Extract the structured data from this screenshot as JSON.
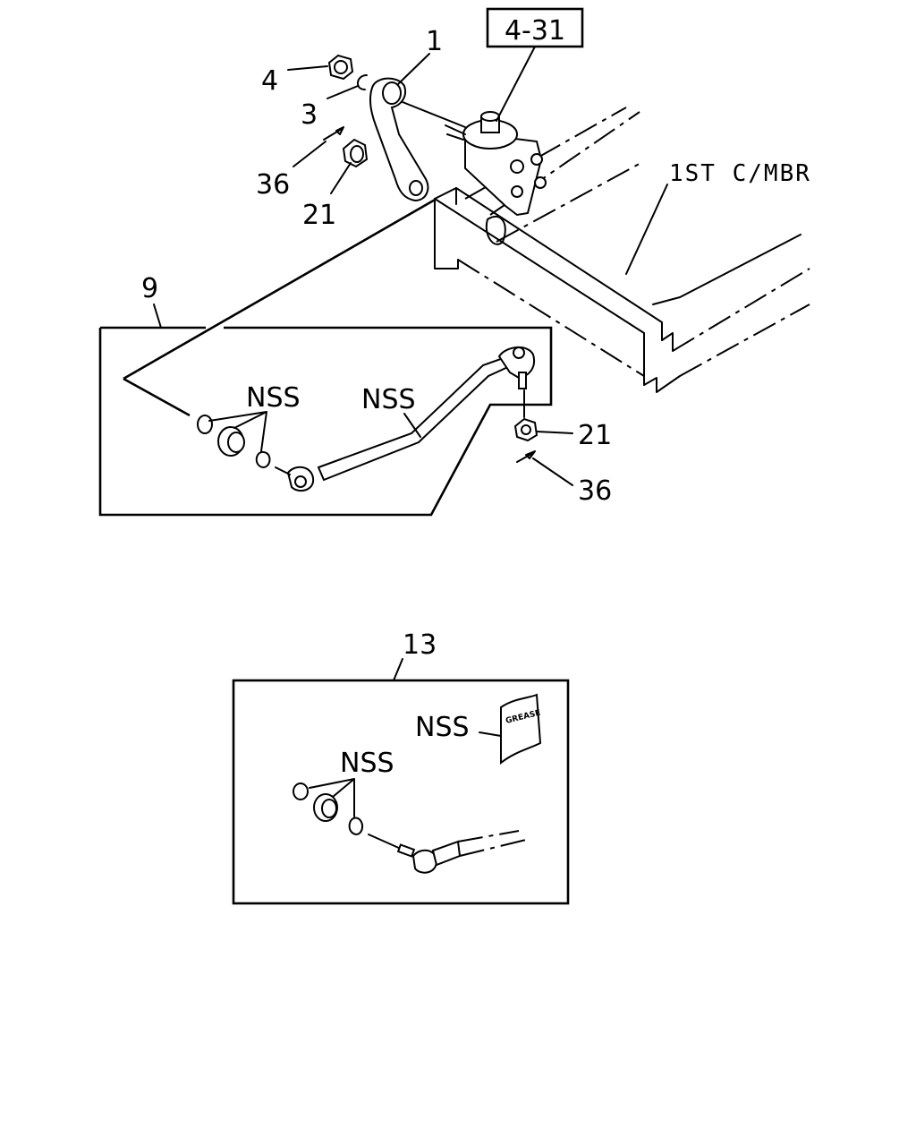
{
  "labels": {
    "ref_box": "4-31",
    "part_1": "1",
    "part_4": "4",
    "part_3": "3",
    "part_36_top": "36",
    "part_21_top": "21",
    "crossmember": "1ST C/MBR",
    "part_9": "9",
    "nss_seals_9": "NSS",
    "nss_rod_9": "NSS",
    "part_21_box": "21",
    "part_36_box": "36",
    "part_13": "13",
    "nss_grease": "NSS",
    "grease_pack": "GREASE",
    "nss_seals_13": "NSS"
  },
  "colors": {
    "line": "#000000",
    "background": "#ffffff"
  }
}
